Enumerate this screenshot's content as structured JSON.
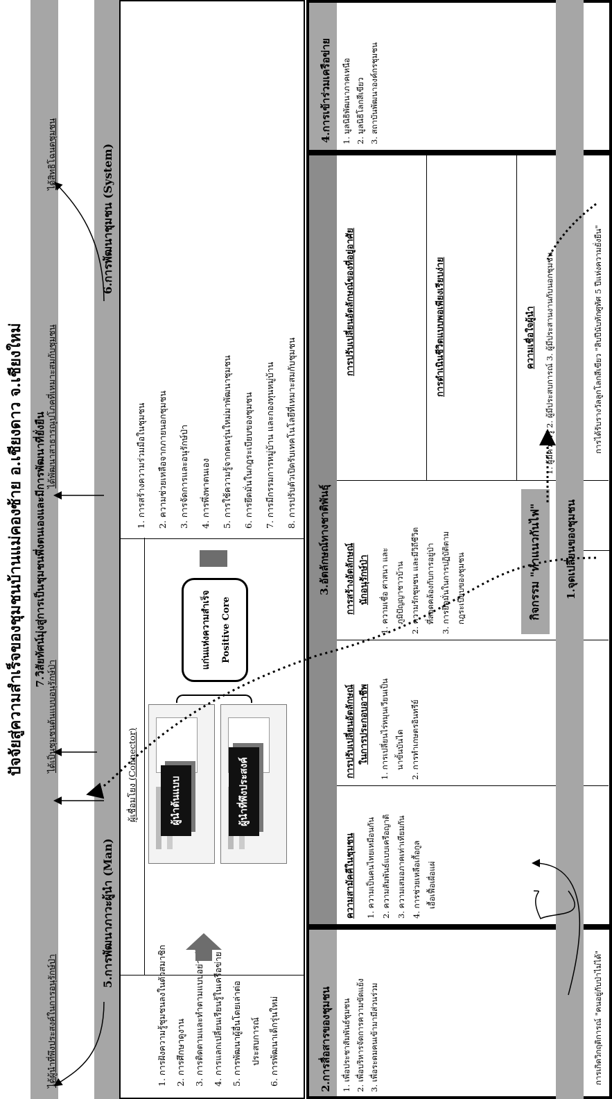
{
  "title": "ปัจจัยสู่ความสำเร็จของชุมชนบ้านแม่คองซ้าย อ.เชียงดาว จ.เชียงใหม่",
  "vision": {
    "heading": "7.วิสัยทัศน์มุ่งสู่การเป็นชุมชนพึ่งตนเองและมีการพัฒนาที่ยั่งยืน",
    "goals": [
      "ได้ผู้นำที่พึงประสงค์ในการอนุรักษ์ป่า",
      "ได้เป็นชุมชนต้นแบบอนุรักษ์ป่า",
      "ได้พัฒนาสาธารณูปโภคที่เหมาะสมกับชุมชน",
      "ได้สิทธิโฉนดชุมชน"
    ]
  },
  "leadership": {
    "heading": "5.การพัฒนาภาวะผู้นำ (Man)",
    "items": [
      "1. การฝังความรู้ชุมชนลงในตัวสมาชิก",
      "2. การศึกษาดูงาน",
      "3. การติดตามและทำตามแบบอย่างผู้นำ",
      "4. การแลกเปลี่ยนเรียนรู้ในเครือข่าย",
      "5. การพัฒนาผู้อื่นโดยเล่าต่อ",
      "ประสบการณ์",
      "6. การพัฒนาเด็กรุ่นใหม่"
    ],
    "connector_label": "ผู้เชื่อมโยง (Connector)",
    "role_model": "ผู้นำต้นแบบ",
    "desired_leader": "ผู้นำที่พึงประสงค์",
    "core_thai": "แก่นแห่งความสำเร็จ",
    "core_en": "Positive Core"
  },
  "system": {
    "heading": "6.การพัฒนาชุมชน (System)",
    "items": [
      "1. การสร้างความร่วมมือในชุมชน",
      "2. ความช่วยเหลือจากภายนอกชุมชน",
      "3. การจัดการและอนุรักษ์ป่า",
      "4. การพึ่งพาตนเอง",
      "5. การใช้ความรู้จากคนรุ่นใหม่มาพัฒนาชุมชน",
      "6. การยึดมั่นในกฎระเบียบของชุมชน",
      "7. การมีกรรมการหมู่บ้าน และกองทุนหมู่บ้าน",
      "8. การปรับตัวเปิดรับเทคโนโลยีที่เหมาะสมกับชุมชน"
    ]
  },
  "communication": {
    "heading": "2.การสื่อสารของชุมชน",
    "items": [
      "1. เพื่อประชาสัมพันธ์ชุมชน",
      "2. เพื่อบริหารจัดการความขัดแย้ง",
      "3. เพื่อระดมคนเข้ามามีส่วนร่วม"
    ]
  },
  "ethnic": {
    "heading": "3.อัตลักษณ์ทางชาติพันธุ์",
    "columns": [
      {
        "title": [
          "ความสามัคคีในชุมชน"
        ],
        "items": [
          "1. ความเป็นคนไทยเหมือนกัน",
          "2. ความสัมพันธ์แบบเครือญาติ",
          "3. ความเสมอภาคเท่าเทียมกัน",
          "4. การช่วยเหลือเกื้อกูล",
          "เอื้อเฟื้อเผื่อแผ่"
        ]
      },
      {
        "title": [
          "การปรับเปลี่ยนอัตลักษณ์",
          "ในการประกอบอาชีพ"
        ],
        "items": [
          "1. การเปลี่ยนไร่หมุนเวียนเป็น",
          "นาขั้นบันได",
          "2. การทำเกษตรอินทรีย์"
        ]
      },
      {
        "title": [
          "การสร้างอัตลักษณ์",
          "นักอนุรักษ์ป่า"
        ],
        "items": [
          "1. ความเชื่อ ศาสนา และ",
          "ภูมิปัญญาชาวบ้าน",
          "2. ความรักชุมชน และมีวิถีชีวิต",
          "ที่สอดคล้องกับการอยู่ป่า",
          "3. การยึดมั่นในการปฏิบัติตาม",
          "กฎระเบียบของชุมชน"
        ]
      },
      {
        "title": [
          "การปรับเปลี่ยนอัตลักษณ์ของที่อยู่อาศัย"
        ],
        "items": []
      },
      {
        "title": [
          "การดำเนินชีวิตแบบพอเพียงเรียบง่าย"
        ],
        "items": []
      },
      {
        "title": [
          "ความเชื่อใจผู้นำ"
        ],
        "items": [
          "1. ผู้มีความรู้ 2. ผู้มีประสบการณ์ 3. ผู้มีประสานงานกับนอกชุมชน"
        ]
      }
    ]
  },
  "network": {
    "heading": "4.การเข้าร่วมเครือข่าย",
    "items": [
      "1. มูลนิธิพัฒนาภาคเหนือ",
      "2. มูลนิธิโลกสีเขียว",
      "3. สถาบันพัฒนาองค์กรชุมชน"
    ]
  },
  "activity": "กิจกรรม \"ทำแนวกันไฟ\"",
  "turning_point": {
    "heading": "1.จุดเปลี่ยนของชุมชน",
    "crisis": "การเกิดวิกฤติการณ์ \"คนอยู่กับป่าไม่ได้\"",
    "award": "การได้รับรางวัลลูกโลกสีเขียว \"สิบปีนับทักศูทัศ 5 ปีแห่งความยั่งยืน\""
  },
  "colors": {
    "band": "#a6a6a6",
    "dark_band": "#8c8c8c",
    "border": "#000000"
  }
}
